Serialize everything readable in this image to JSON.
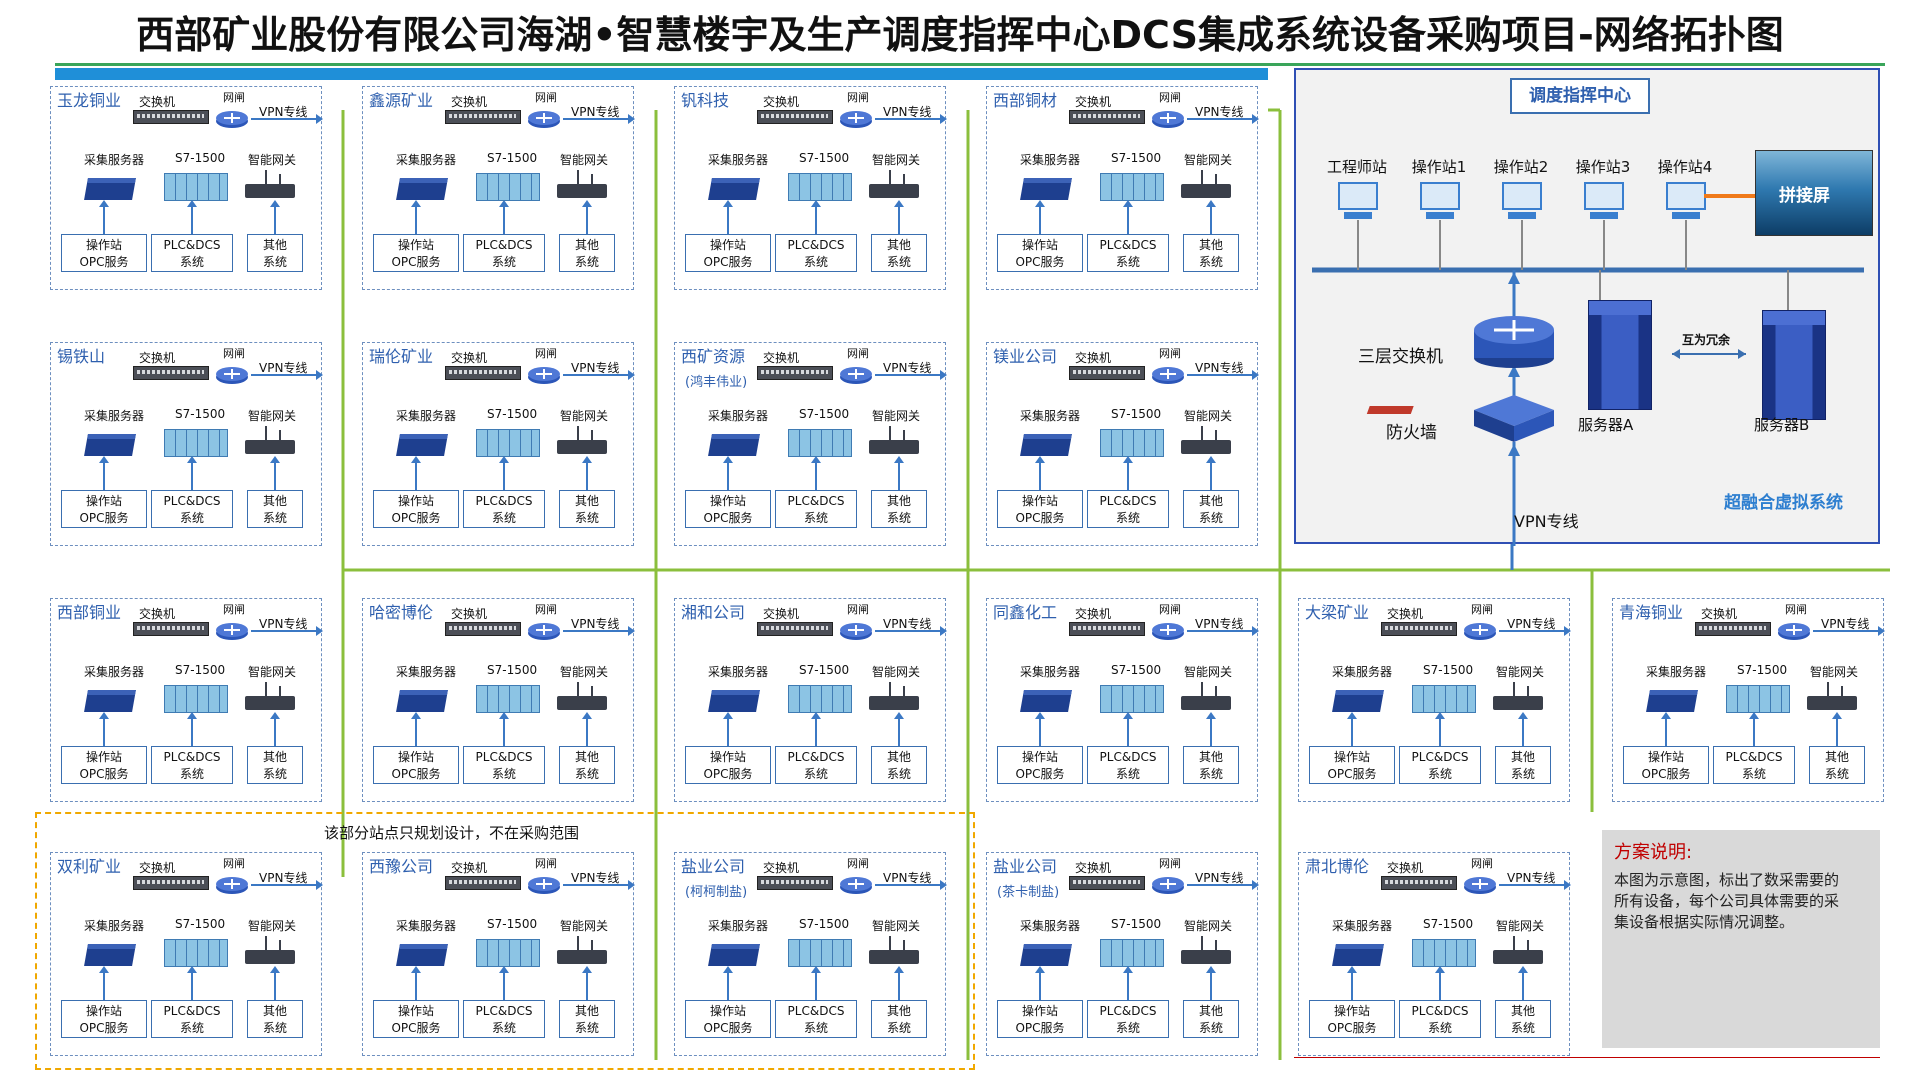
{
  "title": "西部矿业股份有限公司海湖•智慧楼宇及生产调度指挥中心DCS集成系统设备采购项目-网络拓扑图",
  "labels": {
    "switch": "交换机",
    "gate": "网闸",
    "vpn": "VPN专线",
    "server": "采集服务器",
    "plc": "S7-1500",
    "gateway": "智能网关",
    "box1_a": "操作站",
    "box1_b": "OPC服务",
    "box2_a": "PLC&DCS",
    "box2_b": "系统",
    "box3_a": "其他",
    "box3_b": "系统"
  },
  "stations": [
    {
      "name": "玉龙铜业",
      "sub": ""
    },
    {
      "name": "鑫源矿业",
      "sub": ""
    },
    {
      "name": "钒科技",
      "sub": ""
    },
    {
      "name": "西部铜材",
      "sub": ""
    },
    {
      "name": "锡铁山",
      "sub": ""
    },
    {
      "name": "瑞伦矿业",
      "sub": ""
    },
    {
      "name": "西矿资源",
      "sub": "(鸿丰伟业)"
    },
    {
      "name": "镁业公司",
      "sub": ""
    },
    {
      "name": "西部铜业",
      "sub": ""
    },
    {
      "name": "哈密博伦",
      "sub": ""
    },
    {
      "name": "湘和公司",
      "sub": ""
    },
    {
      "name": "同鑫化工",
      "sub": ""
    },
    {
      "name": "大梁矿业",
      "sub": ""
    },
    {
      "name": "青海铜业",
      "sub": ""
    },
    {
      "name": "双利矿业",
      "sub": ""
    },
    {
      "name": "西豫公司",
      "sub": ""
    },
    {
      "name": "盐业公司",
      "sub": "(柯柯制盐)"
    },
    {
      "name": "盐业公司",
      "sub": "(茶卡制盐)"
    },
    {
      "name": "肃北博伦",
      "sub": ""
    }
  ],
  "scope_note": "该部分站点只规划设计，不在采购范围",
  "center": {
    "title": "调度指挥中心",
    "stations": [
      "工程师站",
      "操作站1",
      "操作站2",
      "操作站3",
      "操作站4"
    ],
    "splice_screen": "拼接屏",
    "l3_switch": "三层交换机",
    "firewall": "防火墙",
    "server_a": "服务器A",
    "server_b": "服务器B",
    "redundancy": "互为冗余",
    "vpn": "VPN专线",
    "hci": "超融合虚拟系统"
  },
  "note": {
    "title": "方案说明:",
    "body": "本图为示意图，标出了数采需要的所有设备，每个公司具体需要的采集设备根据实际情况调整。"
  },
  "colors": {
    "backbone": "#8bbf3c",
    "accent_blue": "#1f8fd8",
    "station_text": "#2e5fae",
    "note_title": "#c00000",
    "scope_border": "#f0a800"
  }
}
